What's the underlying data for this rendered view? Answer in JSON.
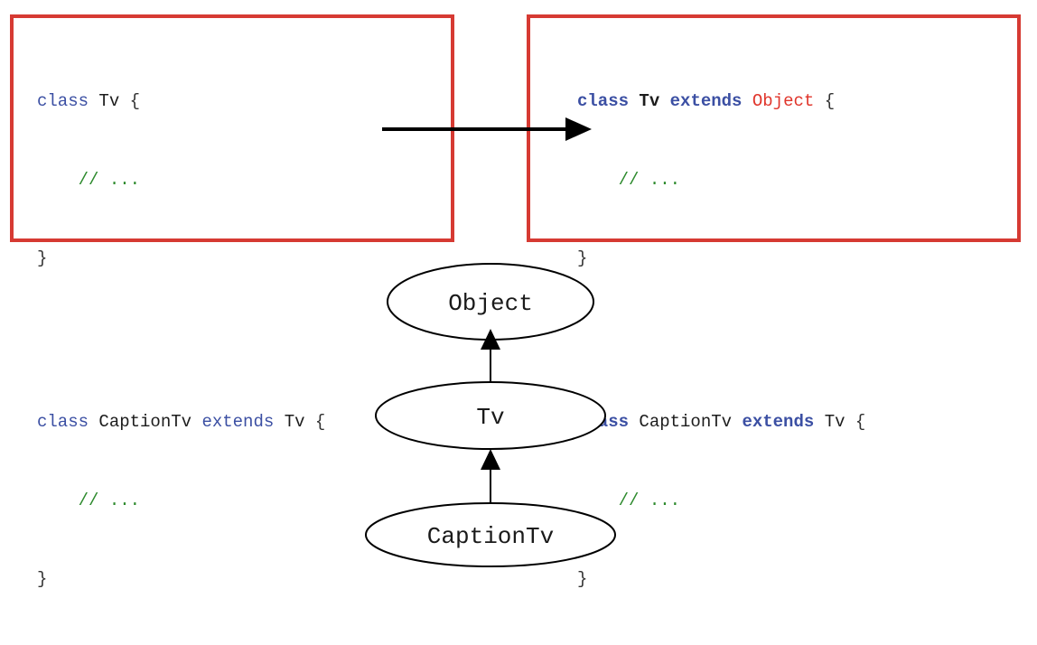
{
  "left_code": {
    "line1": {
      "kw": "class",
      "name": "Tv",
      "brace": "{"
    },
    "line2": {
      "comment": "// ..."
    },
    "line3": {
      "brace": "}"
    },
    "line4": {
      "kw": "class",
      "name": "CaptionTv",
      "kw2": "extends",
      "parent": "Tv",
      "brace": "{"
    },
    "line5": {
      "comment": "// ..."
    },
    "line6": {
      "brace": "}"
    }
  },
  "right_code": {
    "line1": {
      "kw": "class",
      "name": "Tv",
      "kw2": "extends",
      "parent": "Object",
      "brace": "{"
    },
    "line2": {
      "comment": "// ..."
    },
    "line3": {
      "brace": "}"
    },
    "line4": {
      "kw": "class",
      "name": "CaptionTv",
      "kw2": "extends",
      "parent": "Tv",
      "brace": "{"
    },
    "line5": {
      "comment": "// ..."
    },
    "line6": {
      "brace": "}"
    }
  },
  "hierarchy": {
    "nodes": [
      "Object",
      "Tv",
      "CaptionTv"
    ]
  },
  "colors": {
    "box_border": "#d63a33",
    "keyword": "#3b4fa3",
    "highlight": "#e0352b",
    "comment": "#2d8a2d"
  }
}
